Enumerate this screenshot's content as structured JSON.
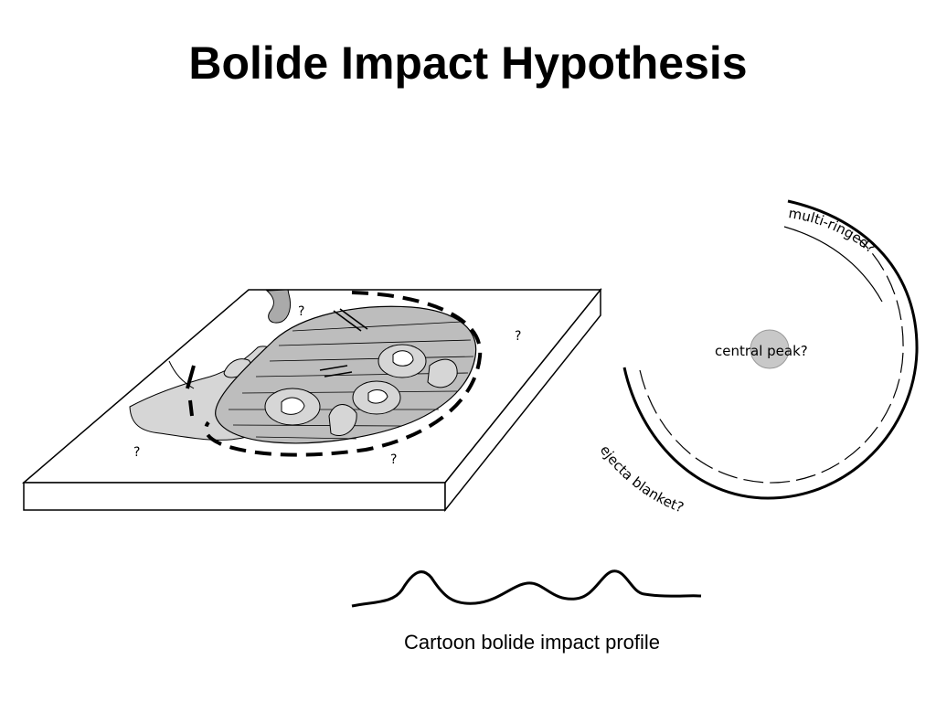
{
  "slide": {
    "title": "Bolide Impact Hypothesis",
    "caption": "Cartoon bolide impact profile"
  },
  "block_diagram": {
    "question_marks": [
      "?",
      "?",
      "?",
      "?"
    ]
  },
  "crater_diagram": {
    "ring_label": "multi-ringed?",
    "peak_label": "central peak?",
    "ejecta_label": "ejecta blanket?"
  },
  "colors": {
    "ink": "#000000",
    "shaded_region": "#bdbdbd",
    "light_region": "#d6d6d6",
    "peak_fill": "#c8c8c8"
  }
}
